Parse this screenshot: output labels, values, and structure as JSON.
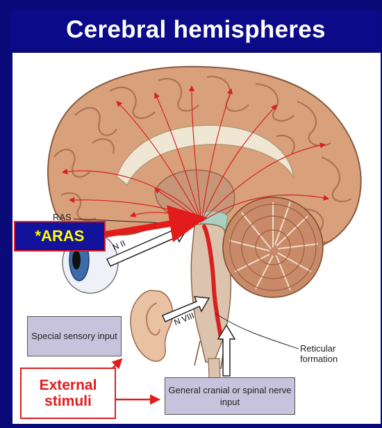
{
  "title": "Cerebral hemispheres",
  "labels": {
    "ras": "RAS",
    "n_ii": "N II",
    "n_viii": "N VIII",
    "reticular_formation": "Reticular\nformation",
    "special_sensory_input": "Special sensory input",
    "general_input": "General cranial or spinal nerve input",
    "aras": "*ARAS",
    "external_stimuli": "External stimuli"
  },
  "colors": {
    "background": "#0a0a78",
    "accent_red": "#e21b1b",
    "aras_text": "#ffff00",
    "box_fill": "#c8c3dd"
  }
}
